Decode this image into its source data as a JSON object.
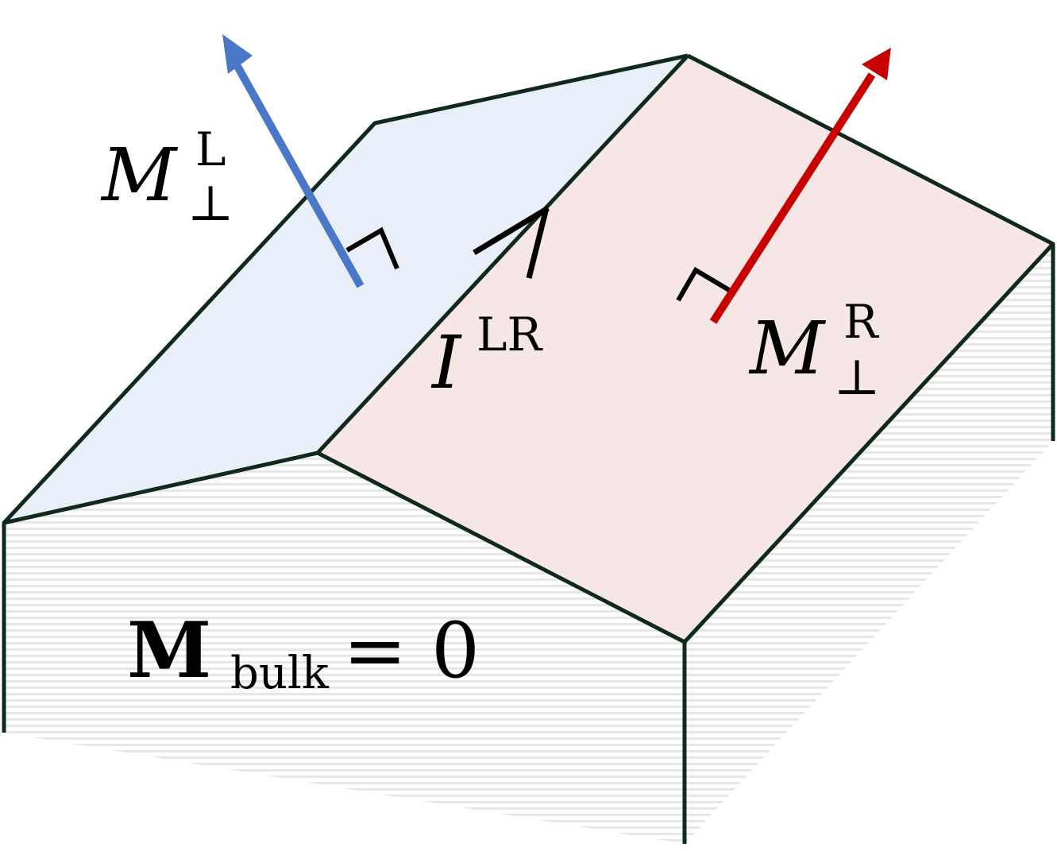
{
  "colors": {
    "left_face": "#e9eff8",
    "right_face": "#f6e6e6",
    "edge": "#0f2a1c",
    "left_arrow": "#4a77c8",
    "right_arrow": "#c80000",
    "hatch": "#e6e6e6",
    "marker": "#000000"
  },
  "labels": {
    "m_left": {
      "symbol": "M",
      "sub": "⊥",
      "sup": "L"
    },
    "m_right": {
      "symbol": "M",
      "sub": "⊥",
      "sup": "R"
    },
    "interface": {
      "symbol": "I",
      "sup": "LR"
    },
    "bulk": {
      "symbol": "M",
      "sub": "bulk",
      "rest": " = 0"
    }
  }
}
